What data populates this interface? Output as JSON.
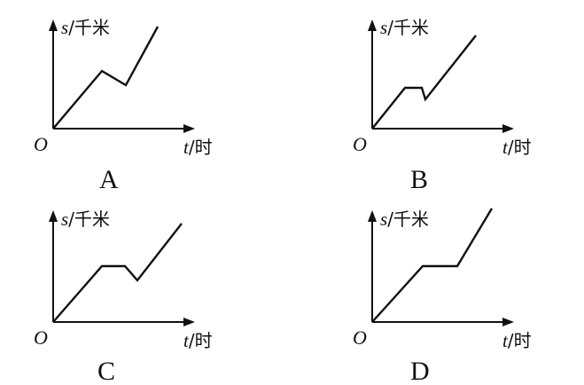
{
  "axis_labels": {
    "y_var": "s",
    "y_unit": "/千米",
    "x_var": "t",
    "x_unit": "/时",
    "origin": "O"
  },
  "graphs": [
    {
      "option": "A",
      "shape": "rise, fall, rise"
    },
    {
      "option": "B",
      "shape": "rise, flat, drop, rise"
    },
    {
      "option": "C",
      "shape": "rise, flat, fall, rise"
    },
    {
      "option": "D",
      "shape": "rise, flat, rise"
    }
  ]
}
